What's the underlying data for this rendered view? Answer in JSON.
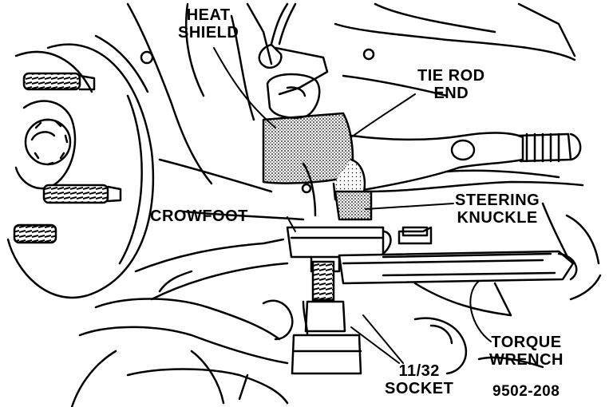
{
  "figure": {
    "callouts": {
      "heat_shield": [
        "HEAT",
        "SHIELD"
      ],
      "tie_rod_end": [
        "TIE ROD",
        "END"
      ],
      "steering_knuckle": [
        "STEERING",
        "KNUCKLE"
      ],
      "crowfoot": "CROWFOOT",
      "torque_wrench": [
        "TORQUE",
        "WRENCH"
      ],
      "socket": [
        "11/32",
        "SOCKET"
      ]
    },
    "figure_number": "9502-208"
  },
  "colors": {
    "ink": "#000000",
    "paper": "#ffffff",
    "shade": "#9a9a9a"
  }
}
